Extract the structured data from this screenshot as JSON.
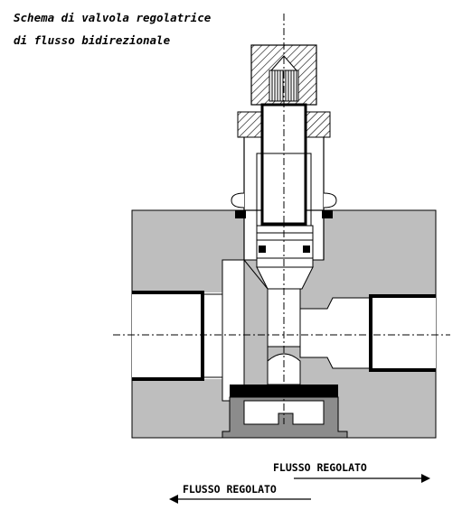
{
  "title": {
    "line1": "Schema di valvola regolatrice",
    "line2": "di flusso bidirezionale"
  },
  "flow_right": {
    "label": "FLUSSO REGOLATO"
  },
  "flow_left": {
    "label": "FLUSSO REGOLATO"
  },
  "colors": {
    "body": "#bebebe",
    "bore": "#ffffff",
    "cap": "#8c8c8c",
    "seal": "#000000",
    "outline": "#000000"
  }
}
